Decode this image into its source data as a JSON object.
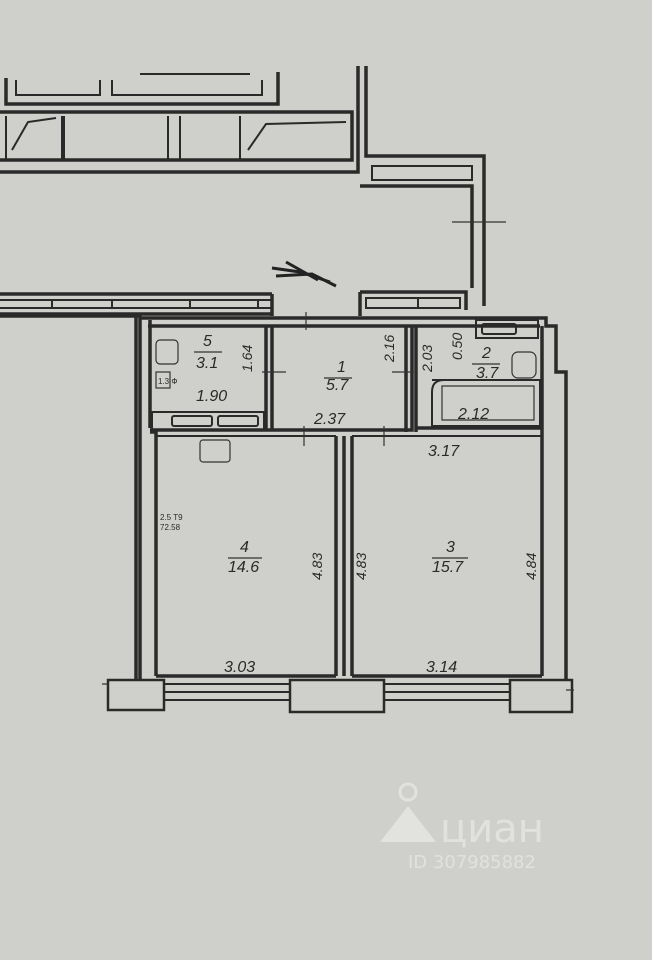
{
  "rooms": [
    {
      "number": "1",
      "area": "5.7"
    },
    {
      "number": "2",
      "area": "3.7"
    },
    {
      "number": "3",
      "area": "15.7"
    },
    {
      "number": "4",
      "area": "14.6"
    },
    {
      "number": "5",
      "area": "3.1"
    }
  ],
  "dimensions": {
    "d_190": "1.90",
    "d_164": "1.64",
    "d_216": "2.16",
    "d_237": "2.37",
    "d_203": "2.03",
    "d_050": "0.50",
    "d_212": "2.12",
    "d_317": "3.17",
    "d_483a": "4.83",
    "d_483b": "4.83",
    "d_484": "4.84",
    "d_303": "3.03",
    "d_314": "3.14"
  },
  "notes": {
    "small_a": "2.5 T9",
    "small_b": "72.58",
    "bath_mark": "1.3 Ф"
  },
  "watermark": {
    "brand": "циан",
    "id": "ID 307985882"
  }
}
